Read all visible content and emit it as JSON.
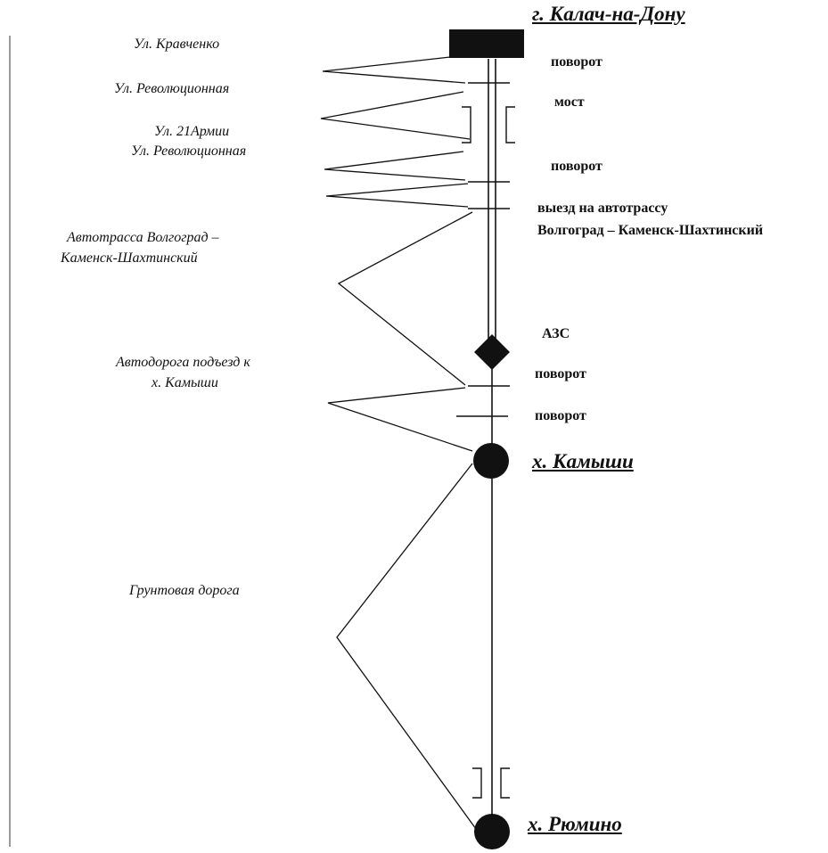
{
  "places": {
    "start": "г. Калач-на-Дону",
    "middle": "х. Камыши",
    "end": "х. Рюмино"
  },
  "right_labels": {
    "turn1": "поворот",
    "bridge": "мост",
    "turn2": "поворот",
    "exit_line1": "выезд на автотрассу",
    "exit_line2": "Волгоград – Каменск-Шахтинский",
    "gas_station": "АЗС",
    "turn3": "поворот",
    "turn4": "поворот"
  },
  "left_labels": {
    "street1": "Ул. Кравченко",
    "street2": "Ул. Революционная",
    "street3": "Ул. 21Армии",
    "street4": "Ул. Революционная",
    "highway_line1": "Автотрасса Волгоград –",
    "highway_line2": "Каменск-Шахтинский",
    "access_line1": "Автодорога подъезд к",
    "access_line2": "х. Камыши",
    "dirt_road": "Грунтовая дорога"
  },
  "colors": {
    "ink": "#111111",
    "page_edge": "#9a9a9a"
  }
}
